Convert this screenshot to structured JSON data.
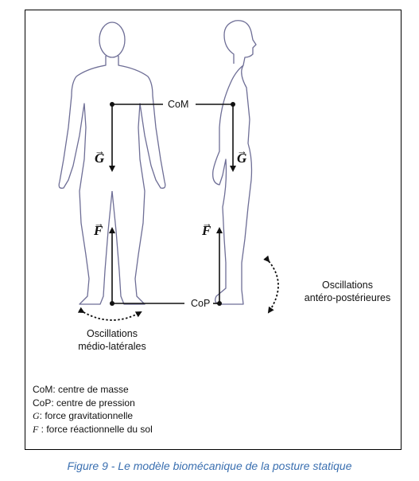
{
  "diagram": {
    "com_label": "CoM",
    "cop_label": "CoP",
    "vector_g": "G",
    "vector_f": "F",
    "vector_arrow": "→",
    "ml_line1": "Oscillations",
    "ml_line2": "médio-latérales",
    "ap_line1": "Oscillations",
    "ap_line2": "antéro-postérieures"
  },
  "legend": [
    {
      "symbol": "",
      "text": "CoM: centre de masse"
    },
    {
      "symbol": "",
      "text": "CoP: centre de pression"
    },
    {
      "symbol": "G",
      "text": ": force gravitationnelle"
    },
    {
      "symbol": "F",
      "text": " : force réactionnelle du sol"
    }
  ],
  "caption": "Figure 9 - Le modèle biomécanique de la posture statique"
}
